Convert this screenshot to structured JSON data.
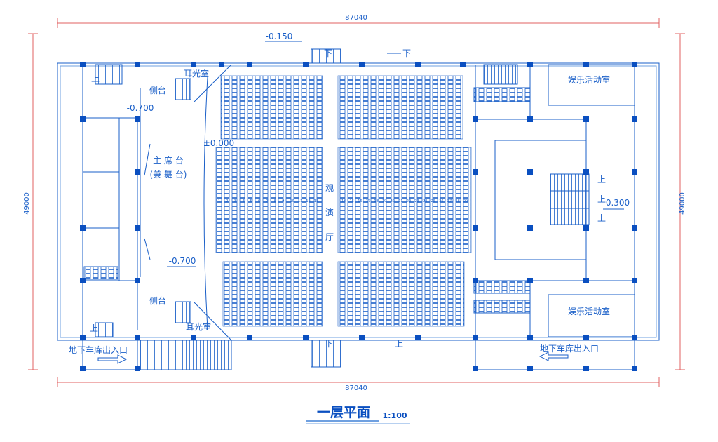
{
  "dimensions": {
    "width_top": "87040",
    "width_bottom": "87040",
    "height_left": "49000",
    "height_right": "49000"
  },
  "levels": {
    "entrance": "-0.150",
    "side_stage_top": "-0.700",
    "side_stage_bottom": "-0.700",
    "hall": "±0.000",
    "lobby": "0.300"
  },
  "rooms": {
    "ear_light_top": "耳光室",
    "ear_light_bottom": "耳光室",
    "side_stage_top": "侧台",
    "side_stage_bottom": "侧台",
    "main_stage_line1": "主  席  台",
    "main_stage_line2": "(兼  舞  台)",
    "hall": [
      "观",
      "演",
      "厅"
    ],
    "recreation_top": "娱乐活动室",
    "recreation_bottom": "娱乐活动室",
    "garage_left": "地下车库出入口",
    "garage_right": "地下车库出入口"
  },
  "stairs": {
    "up": "上",
    "down": "下"
  },
  "seat_numbers": [
    "1",
    "2",
    "3",
    "4",
    "5",
    "6",
    "7",
    "8",
    "9",
    "10",
    "11",
    "12",
    "13",
    "14",
    "15",
    "16",
    "17",
    "18",
    "19",
    "20",
    "21",
    "22",
    "23",
    "24",
    "25",
    "26",
    "27",
    "28",
    "29"
  ],
  "title": {
    "name": "一层平面",
    "scale": "1:100"
  },
  "colors": {
    "line": "#1a5fc8",
    "column": "#0a4fc0",
    "dimension": "#e06060"
  }
}
